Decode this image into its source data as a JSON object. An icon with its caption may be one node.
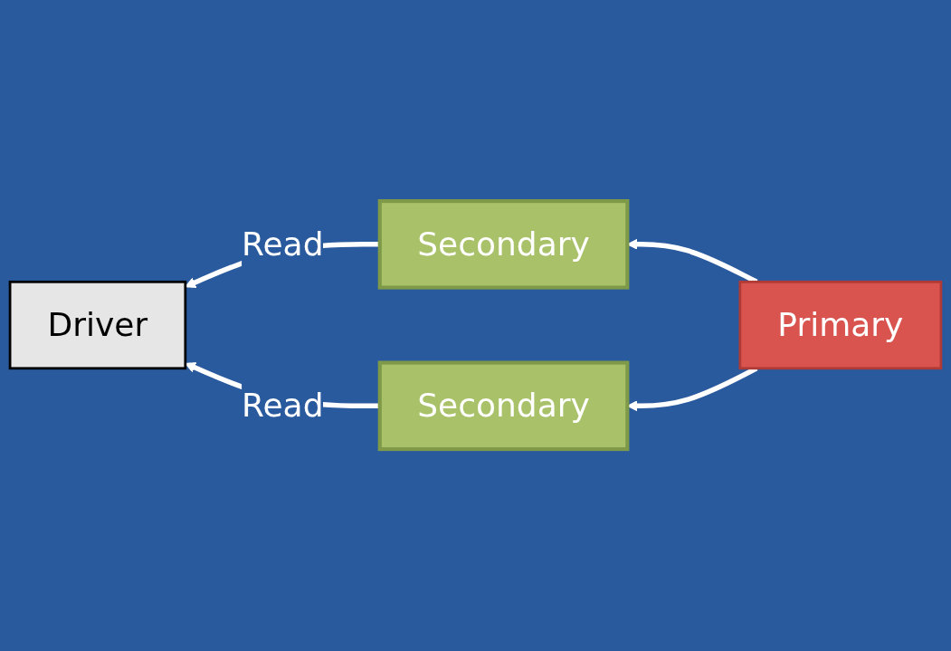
{
  "diagram": {
    "nodes": [
      {
        "text": [
          "Driver"
        ]
      },
      {
        "text": [
          "Primary"
        ]
      },
      {
        "text": [
          "Secondary"
        ]
      },
      {
        "text": [
          "Secondary"
        ]
      }
    ],
    "edges": [
      {
        "from": 1,
        "to": 2,
        "arrow": "to"
      },
      {
        "from": 1,
        "to": 3,
        "arrow": "to"
      },
      {
        "from": 2,
        "to": 0,
        "arrow": "to",
        "label": "Read"
      },
      {
        "from": 3,
        "to": 0,
        "arrow": "to",
        "label": "Read"
      }
    ]
  }
}
